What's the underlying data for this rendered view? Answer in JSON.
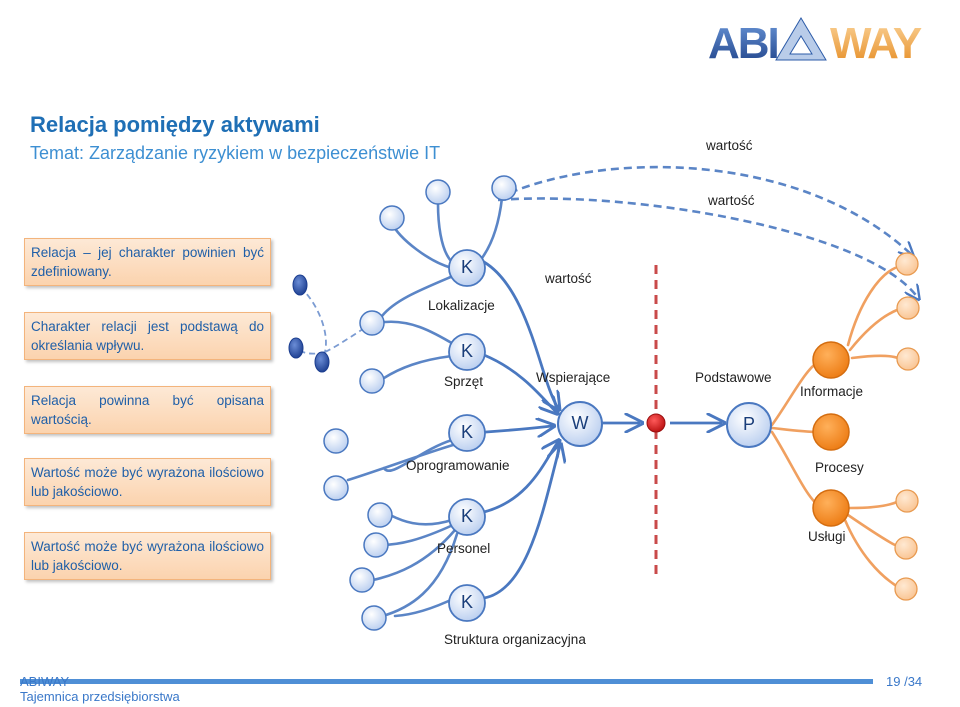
{
  "logo": {
    "abi": "ABI",
    "way": "WAY",
    "subtitle": "ADMINISTRATOR BEZPIECZEŃSTWA INFORMACJI"
  },
  "header": {
    "title": "Relacja pomiędzy aktywami",
    "subtitle": "Temat: Zarządzanie ryzykiem w bezpieczeństwie IT"
  },
  "notes": [
    "Relacja – jej charakter powinien być zdefiniowany.",
    "Charakter relacji jest podstawą do określania wpływu.",
    "Relacja powinna być opisana wartością.",
    "Wartość może być wyrażona ilościowo lub jakościowo.",
    "Wartość może być wyrażona ilościowo lub jakościowo."
  ],
  "diagram": {
    "value_label_1": "wartość",
    "value_label_2": "wartość",
    "value_label_3": "wartość",
    "k_nodes": [
      "K",
      "K",
      "K",
      "K",
      "K"
    ],
    "k_labels": [
      "Lokalizacje",
      "Sprzęt",
      "Oprogramowanie",
      "Personel",
      "Struktura organizacyjna"
    ],
    "w_node": "W",
    "w_label": "Wspierające",
    "p_node": "P",
    "p_label": "Podstawowe",
    "process_labels": [
      "Informacje",
      "Procesy",
      "Usługi"
    ],
    "colors": {
      "blue_node": "#c9d9f2",
      "orange_node": "#f28c2a",
      "red_node": "#d81e1e",
      "divider": "#c03a3a"
    }
  },
  "footer": {
    "brand": "ABIWAY",
    "confidential": "Tajemnica przedsiębiorstwa",
    "page": "19",
    "total": "/34"
  }
}
